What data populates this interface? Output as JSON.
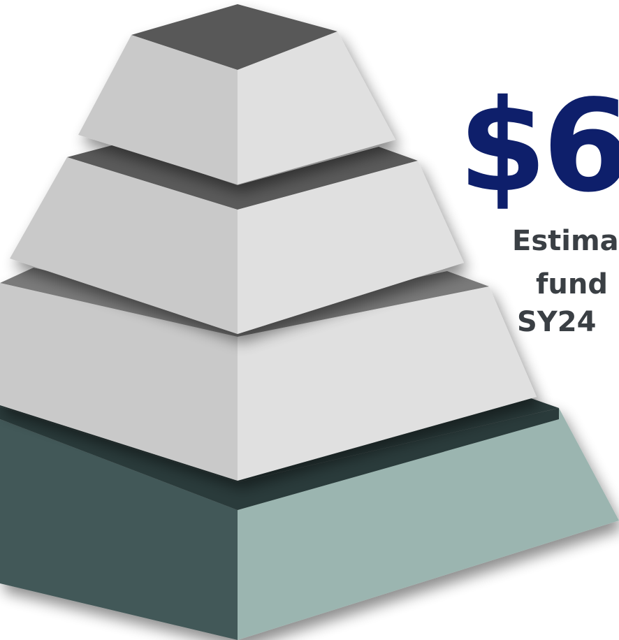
{
  "graphic": {
    "amount": "$6",
    "caption_lines": [
      "Estima",
      "fund",
      "SY24"
    ]
  },
  "colors": {
    "amount": "#0e1f6b",
    "caption": "#3a3f44",
    "tier_top": "#595959",
    "tier_left": "#c9c9c9",
    "tier_right": "#e0e0e0",
    "base_top": "#2c3a3a",
    "base_left": "#435858",
    "base_right": "#9bb5b0"
  }
}
